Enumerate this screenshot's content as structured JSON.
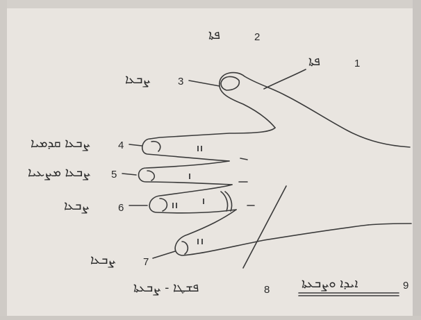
{
  "labels": [
    {
      "num": "1",
      "text": "ܦܬܐ"
    },
    {
      "num": "2",
      "text": "ܦܬܐ"
    },
    {
      "num": "3",
      "text": "ܨܒܥܐ"
    },
    {
      "num": "4",
      "text": "ܨܒܥܐ ܩܕܡܝܐ"
    },
    {
      "num": "5",
      "text": "ܨܒܥܐ ܡܨܥܝܐ"
    },
    {
      "num": "6",
      "text": "ܨܒܥܐ"
    },
    {
      "num": "7",
      "text": "ܨܒܥܐ"
    },
    {
      "num": "8",
      "text": "ܦܫܛܐ - ܨܒܥܬܐ"
    },
    {
      "num": "9",
      "text": "ܐܝܕܐ ܘܨܒܥܬܐ"
    }
  ]
}
